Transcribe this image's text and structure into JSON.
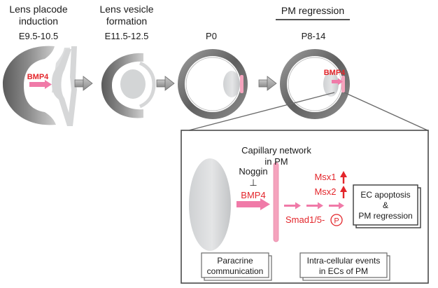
{
  "stages": [
    {
      "title_line1": "Lens placode",
      "title_line2": "induction",
      "age": "E9.5-10.5",
      "signal": "BMP4"
    },
    {
      "title_line1": "Lens vesicle",
      "title_line2": "formation",
      "age": "E11.5-12.5"
    },
    {
      "age": "P0"
    },
    {
      "title_line1": "PM regression",
      "age": "P8-14",
      "signal": "BMP4"
    }
  ],
  "detail": {
    "capillary_label_line1": "Capillary network",
    "capillary_label_line2": "in PM",
    "inhibitor": "Noggin",
    "inhibitor_symbol": "⊥",
    "ligand": "BMP4",
    "effector": "Smad1/5-",
    "phospho": "P",
    "target_genes": [
      "Msx1",
      "Msx2"
    ],
    "outcome_line1": "EC apoptosis",
    "outcome_line2": "&",
    "outcome_line3": "PM regression",
    "paracrine_label": "Paracrine communication",
    "paracrine_line1": "Paracrine",
    "paracrine_line2": "communication",
    "intracellular_line1": "Intra-cellular events",
    "intracellular_line2": "in ECs of PM"
  },
  "colors": {
    "signal_red": "#e3262b",
    "arrow_pink": "#f07aa8",
    "pm_pink": "#f5a3bd"
  }
}
